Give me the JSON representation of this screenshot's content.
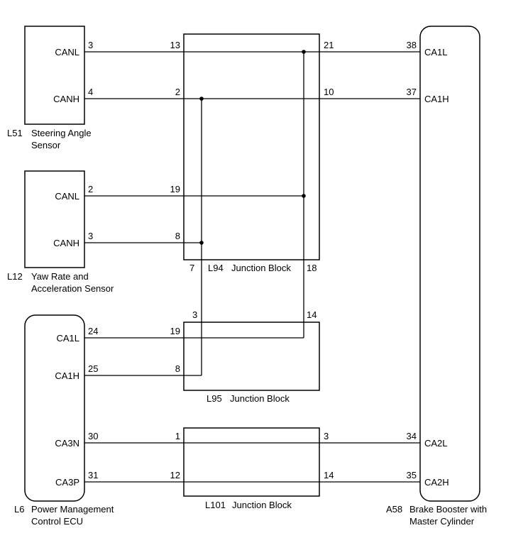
{
  "components": {
    "l51": {
      "code": "L51",
      "name_line1": "Steering Angle",
      "name_line2": "Sensor",
      "pins": {
        "canl": "CANL",
        "canh": "CANH"
      }
    },
    "l12": {
      "code": "L12",
      "name_line1": "Yaw Rate and",
      "name_line2": "Acceleration Sensor",
      "pins": {
        "canl": "CANL",
        "canh": "CANH"
      }
    },
    "l6": {
      "code": "L6",
      "name_line1": "Power Management",
      "name_line2": "Control ECU",
      "pins": {
        "ca1l": "CA1L",
        "ca1h": "CA1H",
        "ca3n": "CA3N",
        "ca3p": "CA3P"
      }
    },
    "a58": {
      "code": "A58",
      "name_line1": "Brake Booster with",
      "name_line2": "Master Cylinder",
      "pins": {
        "ca1l": "CA1L",
        "ca1h": "CA1H",
        "ca2l": "CA2L",
        "ca2h": "CA2H"
      }
    },
    "l94": {
      "code": "L94",
      "name": "Junction Block"
    },
    "l95": {
      "code": "L95",
      "name": "Junction Block"
    },
    "l101": {
      "code": "L101",
      "name": "Junction Block"
    }
  },
  "pin_numbers": {
    "l51_canl": "3",
    "l51_canh": "4",
    "l12_canl": "2",
    "l12_canh": "3",
    "l6_ca1l": "24",
    "l6_ca1h": "25",
    "l6_ca3n": "30",
    "l6_ca3p": "31",
    "a58_ca1l": "38",
    "a58_ca1h": "37",
    "a58_ca2l": "34",
    "a58_ca2h": "35",
    "l94_13": "13",
    "l94_2": "2",
    "l94_19": "19",
    "l94_8": "8",
    "l94_21": "21",
    "l94_10": "10",
    "l94_7": "7",
    "l94_18": "18",
    "l95_3": "3",
    "l95_14": "14",
    "l95_19": "19",
    "l95_8": "8",
    "l101_1": "1",
    "l101_12": "12",
    "l101_3": "3",
    "l101_14": "14"
  }
}
